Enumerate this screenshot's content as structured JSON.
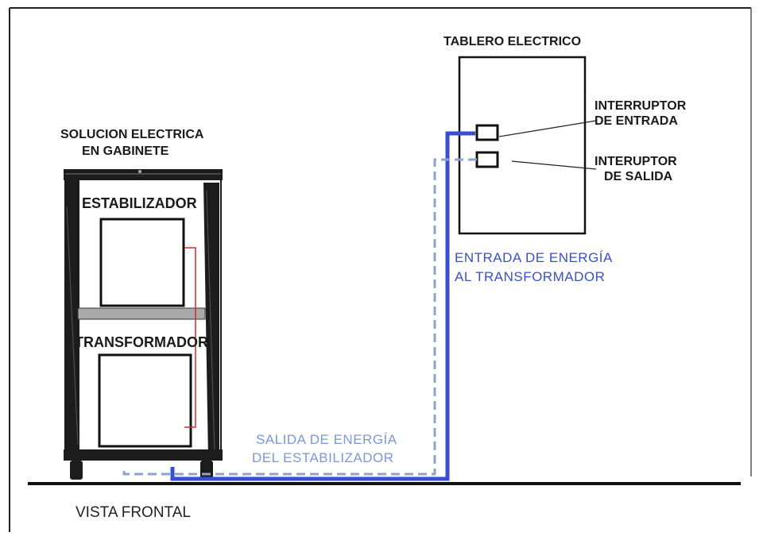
{
  "labels": {
    "cabinet_title_line1": "SOLUCION ELECTRICA",
    "cabinet_title_line2": "EN GABINETE",
    "stabilizer": "ESTABILIZADOR",
    "transformer": "TRANSFORMADOR",
    "panel_title": "TABLERO ELECTRICO",
    "input_switch_line1": "INTERRUPTOR",
    "input_switch_line2": "DE ENTRADA",
    "output_switch_line1": "INTERUPTOR",
    "output_switch_line2": "DE SALIDA",
    "transformer_input_line1": "ENTRADA DE ENERGÍA",
    "transformer_input_line2": "AL TRANSFORMADOR",
    "stabilizer_output_line1": "SALIDA DE ENERGÍA",
    "stabilizer_output_line2": "DEL ESTABILIZADOR",
    "view": "VISTA FRONTAL"
  },
  "colors": {
    "solid_line": "#3a4fd0",
    "dashed_line": "#8ea4cf",
    "blue_text_dark": "#3a4fd0",
    "blue_text_light": "#7b99d6",
    "red_connector": "#d42a2a",
    "ink": "#111111"
  }
}
